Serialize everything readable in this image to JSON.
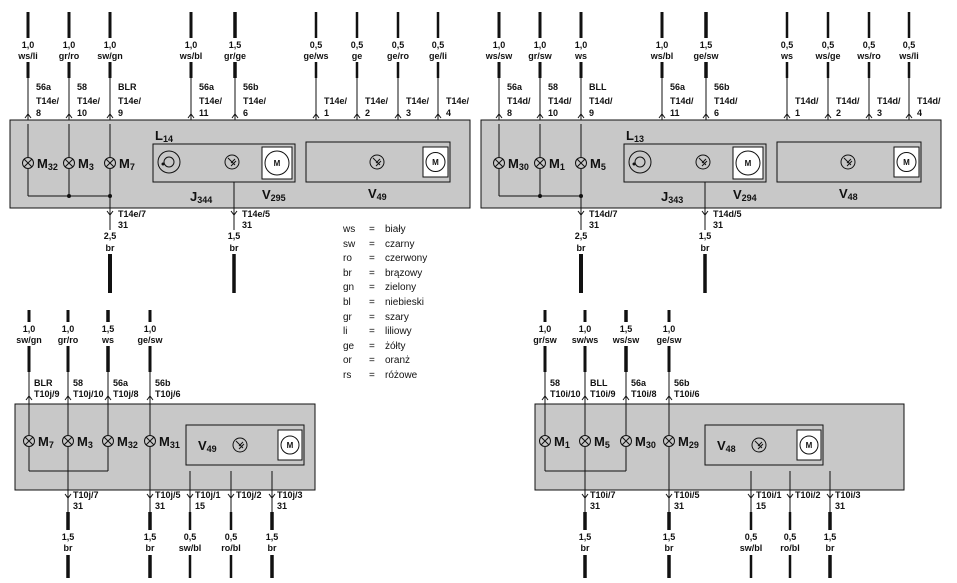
{
  "colors": {
    "module_fill": "#c8c8c8",
    "line": "#111111",
    "background": "#ffffff"
  },
  "modules": [
    {
      "id": "left-upper",
      "components": {
        "lamp_list": [
          "M32",
          "M3",
          "M7"
        ],
        "switch_label": "L14",
        "j_label": "J344",
        "v_label": "V295",
        "motor2_label": "V49"
      },
      "top_wires": [
        {
          "size": "1,0",
          "color": "ws/li",
          "term": "56a",
          "pin": "T14e/",
          "pin2": "8"
        },
        {
          "size": "1,0",
          "color": "gr/ro",
          "term": "58",
          "pin": "T14e/",
          "pin2": "10"
        },
        {
          "size": "1,0",
          "color": "sw/gn",
          "term": "BLR",
          "pin": "T14e/",
          "pin2": "9"
        },
        {
          "size": "1,0",
          "color": "ws/bl",
          "term": "56a",
          "pin": "T14e/",
          "pin2": "11"
        },
        {
          "size": "1,5",
          "color": "gr/ge",
          "term": "56b",
          "pin": "T14e/",
          "pin2": "6"
        },
        {
          "size": "0,5",
          "color": "ge/ws",
          "term": "",
          "pin": "T14e/",
          "pin2": "1"
        },
        {
          "size": "0,5",
          "color": "ge",
          "term": "",
          "pin": "T14e/",
          "pin2": "2"
        },
        {
          "size": "0,5",
          "color": "ge/ro",
          "term": "",
          "pin": "T14e/",
          "pin2": "3"
        },
        {
          "size": "0,5",
          "color": "ge/li",
          "term": "",
          "pin": "T14e/",
          "pin2": "4"
        }
      ],
      "bottom_wires": [
        {
          "pin": "T14e/7",
          "term": "31",
          "size": "2,5",
          "color": "br"
        },
        {
          "pin": "T14e/5",
          "term": "31",
          "size": "1,5",
          "color": "br"
        }
      ]
    },
    {
      "id": "right-upper",
      "components": {
        "lamp_list": [
          "M30",
          "M1",
          "M5"
        ],
        "switch_label": "L13",
        "j_label": "J343",
        "v_label": "V294",
        "motor2_label": "V48"
      },
      "top_wires": [
        {
          "size": "1,0",
          "color": "ws/sw",
          "term": "56a",
          "pin": "T14d/",
          "pin2": "8"
        },
        {
          "size": "1,0",
          "color": "gr/sw",
          "term": "58",
          "pin": "T14d/",
          "pin2": "10"
        },
        {
          "size": "1,0",
          "color": "ws",
          "term": "BLL",
          "pin": "T14d/",
          "pin2": "9"
        },
        {
          "size": "1,0",
          "color": "ws/bl",
          "term": "56a",
          "pin": "T14d/",
          "pin2": "11"
        },
        {
          "size": "1,5",
          "color": "ge/sw",
          "term": "56b",
          "pin": "T14d/",
          "pin2": "6"
        },
        {
          "size": "0,5",
          "color": "ws",
          "term": "",
          "pin": "T14d/",
          "pin2": "1"
        },
        {
          "size": "0,5",
          "color": "ws/ge",
          "term": "",
          "pin": "T14d/",
          "pin2": "2"
        },
        {
          "size": "0,5",
          "color": "ws/ro",
          "term": "",
          "pin": "T14d/",
          "pin2": "3"
        },
        {
          "size": "0,5",
          "color": "ws/li",
          "term": "",
          "pin": "T14d/",
          "pin2": "4"
        }
      ],
      "bottom_wires": [
        {
          "pin": "T14d/7",
          "term": "31",
          "size": "2,5",
          "color": "br"
        },
        {
          "pin": "T14d/5",
          "term": "31",
          "size": "1,5",
          "color": "br"
        }
      ]
    },
    {
      "id": "left-lower",
      "components": {
        "lamp_list": [
          "M7",
          "M3",
          "M32",
          "M31"
        ],
        "motor_label": "V49"
      },
      "top_wires": [
        {
          "size": "1,0",
          "color": "sw/gn",
          "term": "BLR",
          "pin": "T10j/9"
        },
        {
          "size": "1,0",
          "color": "gr/ro",
          "term": "58",
          "pin": "T10j/10"
        },
        {
          "size": "1,5",
          "color": "ws",
          "term": "56a",
          "pin": "T10j/8"
        },
        {
          "size": "1,0",
          "color": "ge/sw",
          "term": "56b",
          "pin": "T10j/6"
        }
      ],
      "bottom_wires": [
        {
          "pin": "T10j/7",
          "term": "31",
          "size": "1,5",
          "color": "br"
        },
        {
          "pin": "T10j/5",
          "term": "31",
          "size": "1,5",
          "color": "br"
        },
        {
          "pin": "T10j/1",
          "term": "15",
          "size": "0,5",
          "color": "sw/bl"
        },
        {
          "pin": "T10j/2",
          "term": "",
          "size": "0,5",
          "color": "ro/bl"
        },
        {
          "pin": "T10j/3",
          "term": "31",
          "size": "1,5",
          "color": "br"
        }
      ]
    },
    {
      "id": "right-lower",
      "components": {
        "lamp_list": [
          "M1",
          "M5",
          "M30",
          "M29"
        ],
        "motor_label": "V48"
      },
      "top_wires": [
        {
          "size": "1,0",
          "color": "gr/sw",
          "term": "58",
          "pin": "T10i/10"
        },
        {
          "size": "1,0",
          "color": "sw/ws",
          "term": "BLL",
          "pin": "T10i/9"
        },
        {
          "size": "1,5",
          "color": "ws/sw",
          "term": "56a",
          "pin": "T10i/8"
        },
        {
          "size": "1,0",
          "color": "ge/sw",
          "term": "56b",
          "pin": "T10i/6"
        }
      ],
      "bottom_wires": [
        {
          "pin": "T10i/7",
          "term": "31",
          "size": "1,5",
          "color": "br"
        },
        {
          "pin": "T10i/5",
          "term": "31",
          "size": "1,5",
          "color": "br"
        },
        {
          "pin": "T10i/1",
          "term": "15",
          "size": "0,5",
          "color": "sw/bl"
        },
        {
          "pin": "T10i/2",
          "term": "",
          "size": "0,5",
          "color": "ro/bl"
        },
        {
          "pin": "T10i/3",
          "term": "31",
          "size": "1,5",
          "color": "br"
        }
      ]
    }
  ],
  "legend": [
    {
      "code": "ws",
      "eq": "=",
      "name": "biały"
    },
    {
      "code": "sw",
      "eq": "=",
      "name": "czarny"
    },
    {
      "code": "ro",
      "eq": "=",
      "name": "czerwony"
    },
    {
      "code": "br",
      "eq": "=",
      "name": "brązowy"
    },
    {
      "code": "gn",
      "eq": "=",
      "name": "zielony"
    },
    {
      "code": "bl",
      "eq": "=",
      "name": "niebieski"
    },
    {
      "code": "gr",
      "eq": "=",
      "name": "szary"
    },
    {
      "code": "li",
      "eq": "=",
      "name": "liliowy"
    },
    {
      "code": "ge",
      "eq": "=",
      "name": "żółty"
    },
    {
      "code": "or",
      "eq": "=",
      "name": "oranż"
    },
    {
      "code": "rs",
      "eq": "=",
      "name": "różowe"
    }
  ]
}
